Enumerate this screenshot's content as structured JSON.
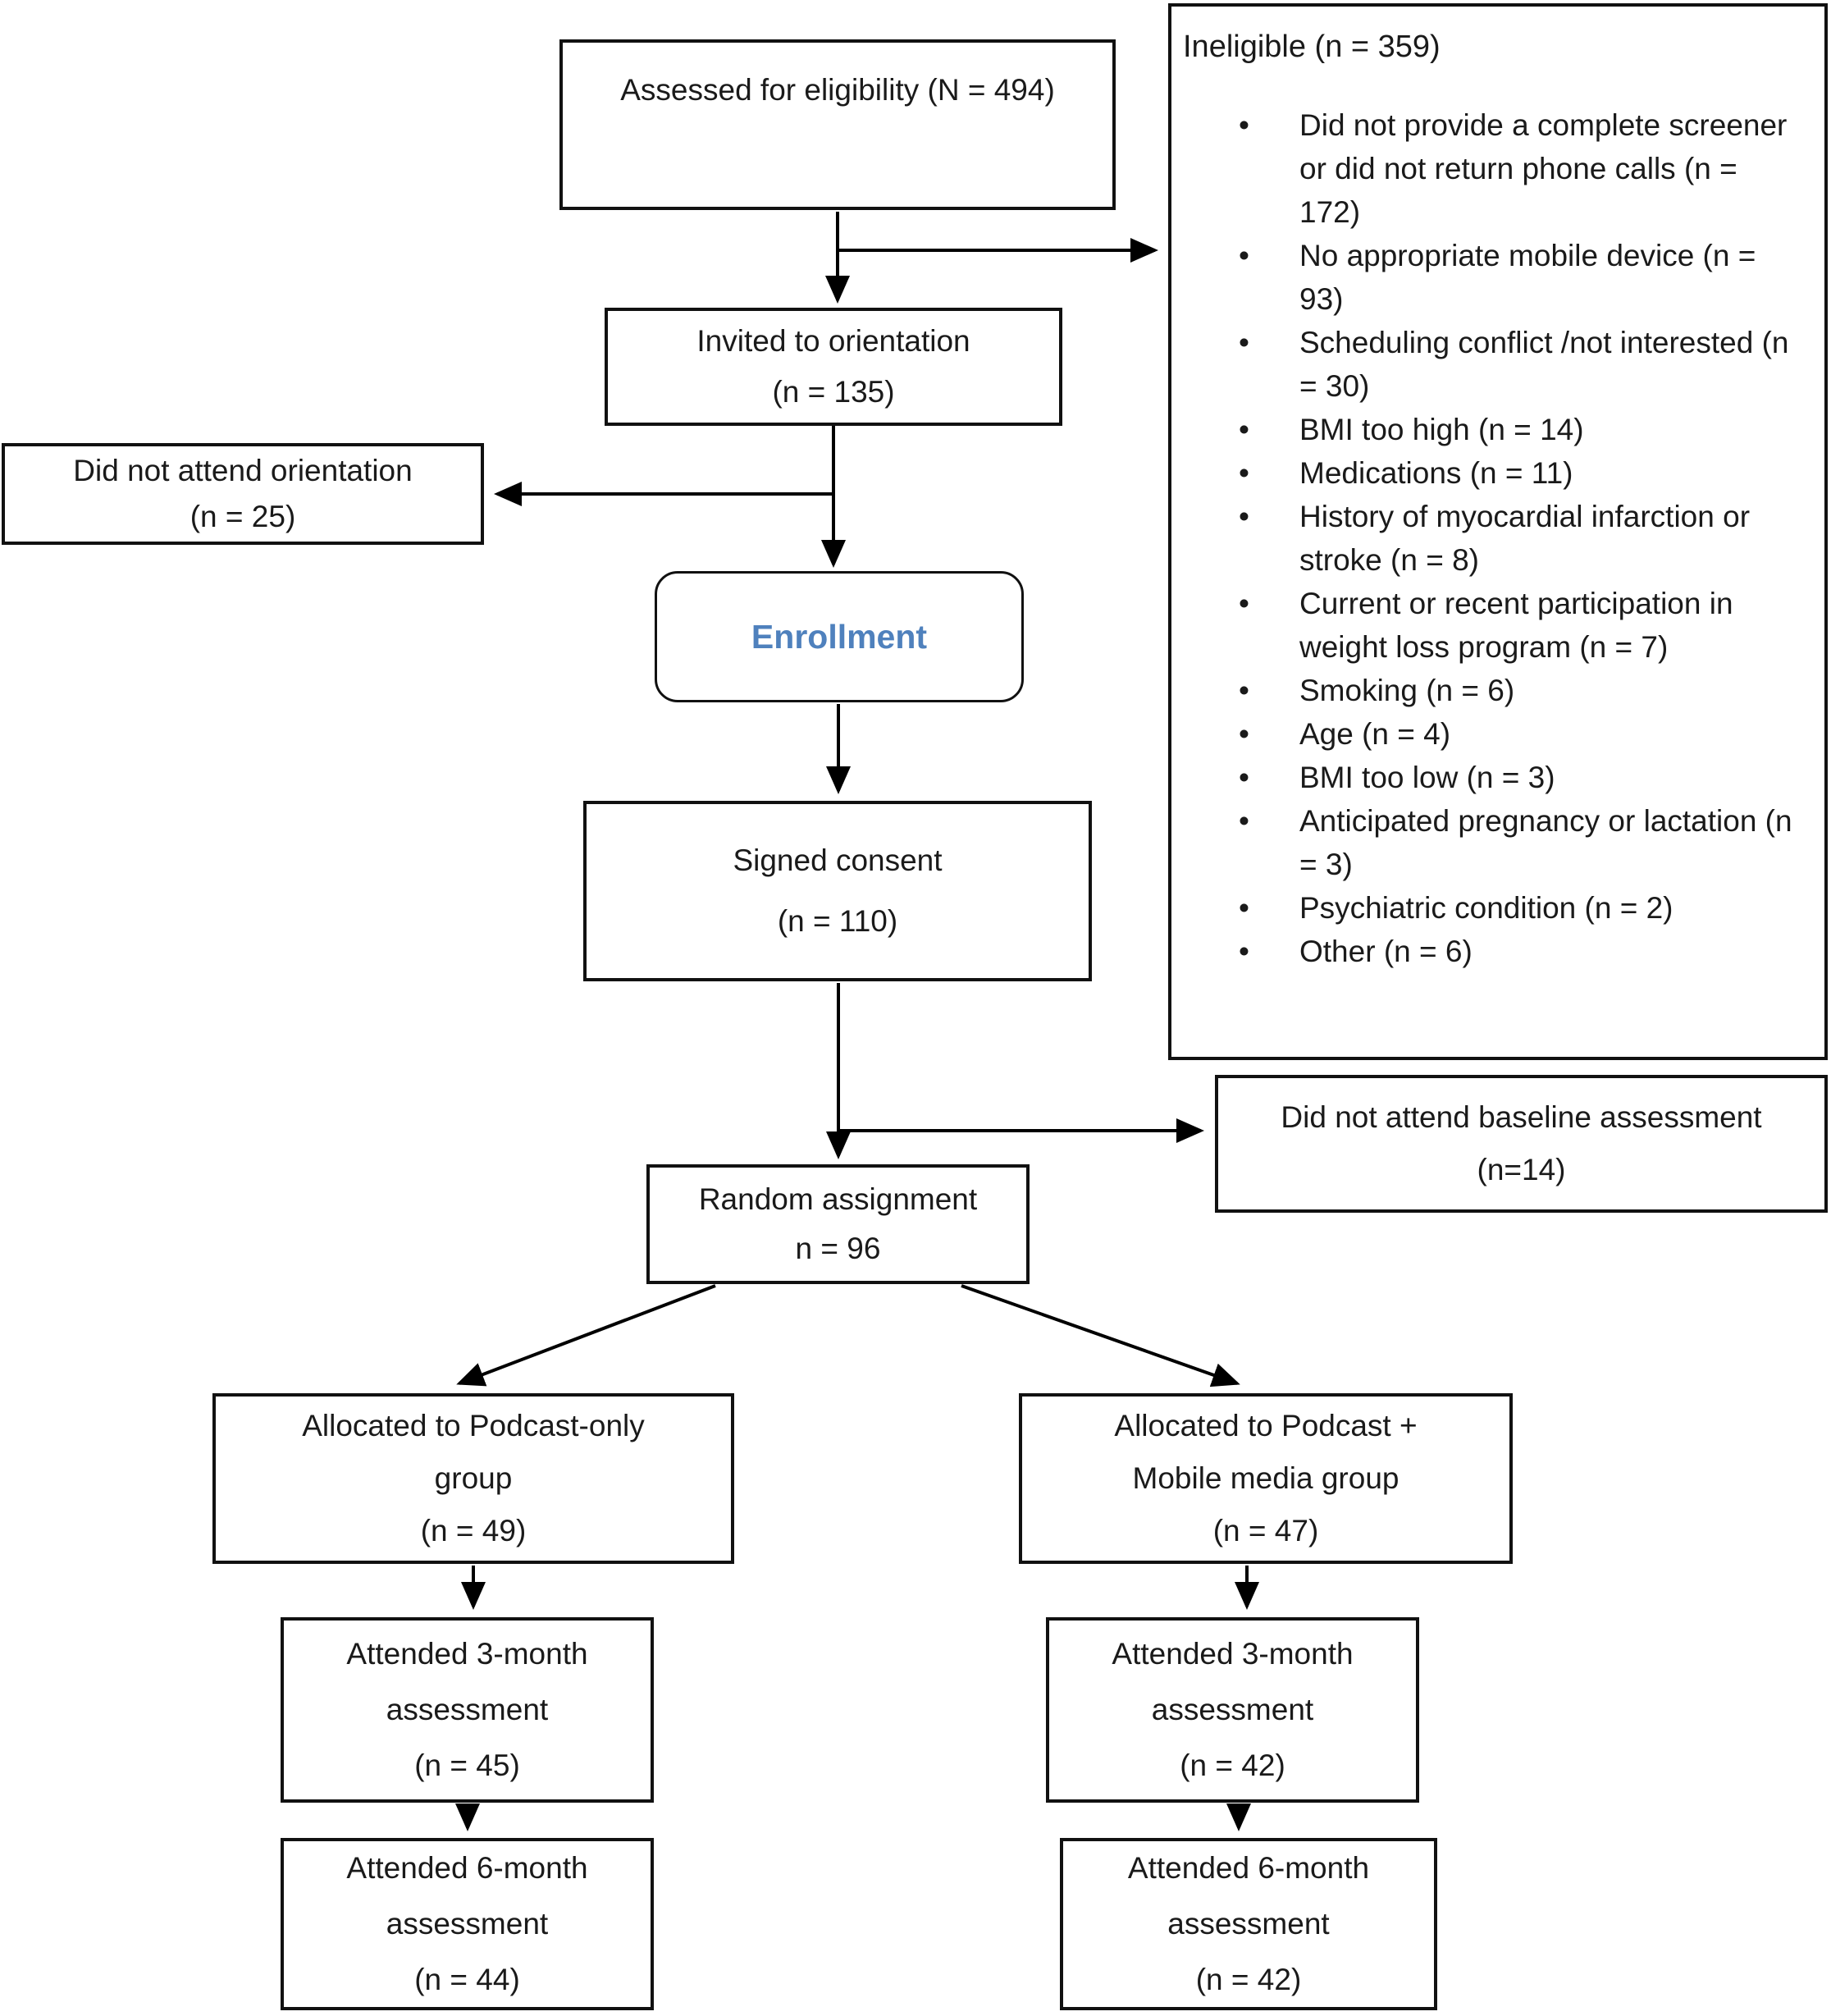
{
  "diagram": {
    "kind": "participant-flow-diagram",
    "background": "#ffffff"
  },
  "colors": {
    "box_border": "#111111",
    "arrow": "#000000",
    "enrollment_text": "#4f81bd"
  },
  "nodes": {
    "assessed": {
      "lines": [
        "Assessed for eligibility (N = 494)"
      ]
    },
    "ineligible": {
      "title": "Ineligible  (n = 359)",
      "reasons": [
        "Did not provide a complete screener or did not return phone calls (n = 172)",
        "No appropriate mobile device (n = 93)",
        "Scheduling conflict /not interested (n = 30)",
        "BMI too high (n = 14)",
        "Medications (n = 11)",
        "History of myocardial infarction or stroke (n = 8)",
        "Current or recent participation in weight loss program (n = 7)",
        "Smoking (n = 6)",
        "Age (n = 4)",
        "BMI too low (n = 3)",
        "Anticipated pregnancy or lactation (n = 3)",
        "Psychiatric condition (n = 2)",
        "Other (n = 6)"
      ]
    },
    "invited": {
      "lines": [
        "Invited to orientation",
        "(n = 135)"
      ]
    },
    "no_orientation": {
      "lines": [
        "Did not attend orientation",
        "(n = 25)"
      ]
    },
    "enrollment": {
      "lines": [
        "Enrollment"
      ]
    },
    "signed_consent": {
      "lines": [
        "Signed consent",
        "(n = 110)"
      ]
    },
    "no_baseline": {
      "lines": [
        "Did not attend baseline assessment",
        "(n=14)"
      ]
    },
    "random_assignment": {
      "lines": [
        "Random assignment",
        "n = 96"
      ]
    },
    "alloc_podcast": {
      "lines": [
        "Allocated to Podcast-only",
        "group",
        "(n =  49)"
      ]
    },
    "alloc_podcast_mobile": {
      "lines": [
        "Allocated to Podcast +",
        "Mobile media group",
        "(n = 47)"
      ]
    },
    "att3_podcast": {
      "lines": [
        "Attended 3-month",
        "assessment",
        "(n = 45)"
      ]
    },
    "att3_podcast_mobile": {
      "lines": [
        "Attended 3-month",
        "assessment",
        "(n = 42)"
      ]
    },
    "att6_podcast": {
      "lines": [
        "Attended 6-month",
        "assessment",
        "(n = 44)"
      ]
    },
    "att6_podcast_mobile": {
      "lines": [
        "Attended 6-month",
        "assessment",
        "(n = 42)"
      ]
    }
  }
}
